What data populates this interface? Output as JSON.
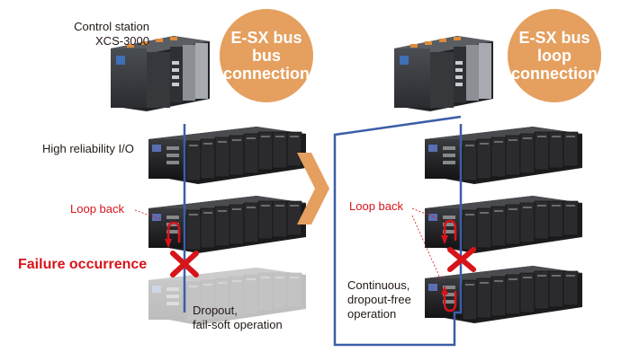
{
  "left": {
    "station_label_1": "Control station",
    "station_label_2": "XCS-3000",
    "circle": {
      "line1": "E-SX bus",
      "line2": "bus",
      "line3": "connection"
    },
    "io_label": "High reliability I/O",
    "loopback_label": "Loop back",
    "failure_label": "Failure occurrence",
    "dropout_line1": "Dropout,",
    "dropout_line2": "fail-soft operation"
  },
  "right": {
    "circle": {
      "line1": "E-SX bus",
      "line2": "loop",
      "line3": "connection"
    },
    "loopback_label": "Loop back",
    "continuous_line1": "Continuous,",
    "continuous_line2": "dropout-free",
    "continuous_line3": "operation"
  },
  "colors": {
    "circle": "#e59f5e",
    "arrow": "#e59f5e",
    "bus_line": "#3b5ea8",
    "failure": "#d7141a"
  },
  "icons": [
    "controller-icon",
    "io-module-icon",
    "failure-x-icon",
    "loopback-arrow-icon",
    "transition-arrow-icon"
  ]
}
